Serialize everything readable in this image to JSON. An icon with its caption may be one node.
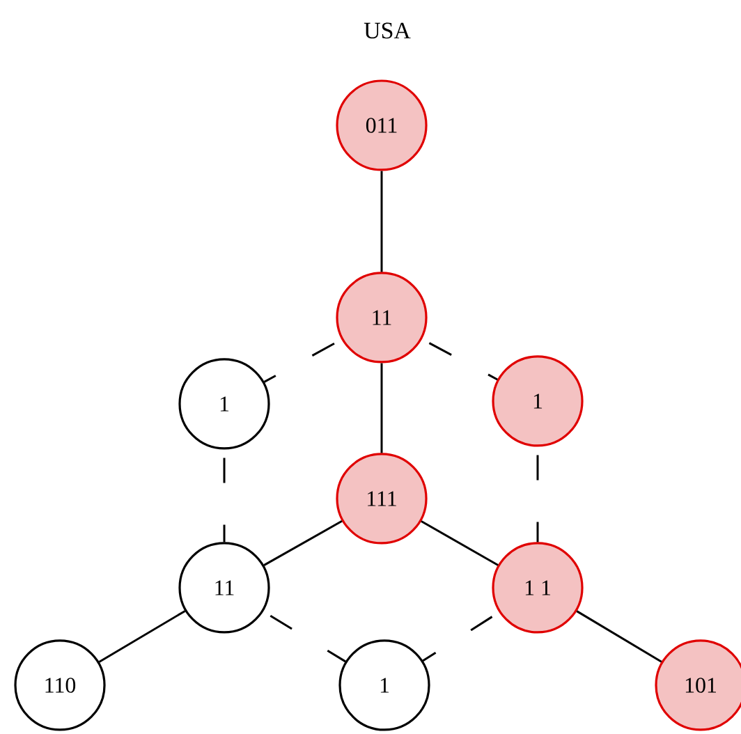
{
  "diagram": {
    "title": "USA",
    "nodes": [
      {
        "text": [
          "011"
        ]
      },
      {
        "text": [
          "11"
        ]
      },
      {
        "text": [
          "1"
        ]
      },
      {
        "text": [
          "1"
        ]
      },
      {
        "text": [
          "111"
        ]
      },
      {
        "text": [
          "11"
        ]
      },
      {
        "text": [
          "1 1"
        ]
      },
      {
        "text": [
          "110"
        ]
      },
      {
        "text": [
          "1"
        ]
      },
      {
        "text": [
          "101"
        ]
      }
    ],
    "edges": [
      {
        "from": 0,
        "to": 1,
        "arrow": "none"
      },
      {
        "from": 1,
        "to": 2,
        "arrow": "none",
        "style": "dashed"
      },
      {
        "from": 1,
        "to": 3,
        "arrow": "none",
        "style": "dashed"
      },
      {
        "from": 1,
        "to": 4,
        "arrow": "none"
      },
      {
        "from": 2,
        "to": 5,
        "arrow": "none",
        "style": "dashed"
      },
      {
        "from": 3,
        "to": 6,
        "arrow": "none",
        "style": "dashed"
      },
      {
        "from": 4,
        "to": 5,
        "arrow": "none"
      },
      {
        "from": 4,
        "to": 6,
        "arrow": "none"
      },
      {
        "from": 5,
        "to": 7,
        "arrow": "none"
      },
      {
        "from": 5,
        "to": 8,
        "arrow": "none",
        "style": "dashed"
      },
      {
        "from": 6,
        "to": 8,
        "arrow": "none",
        "style": "dashed"
      },
      {
        "from": 6,
        "to": 9,
        "arrow": "none"
      }
    ]
  }
}
